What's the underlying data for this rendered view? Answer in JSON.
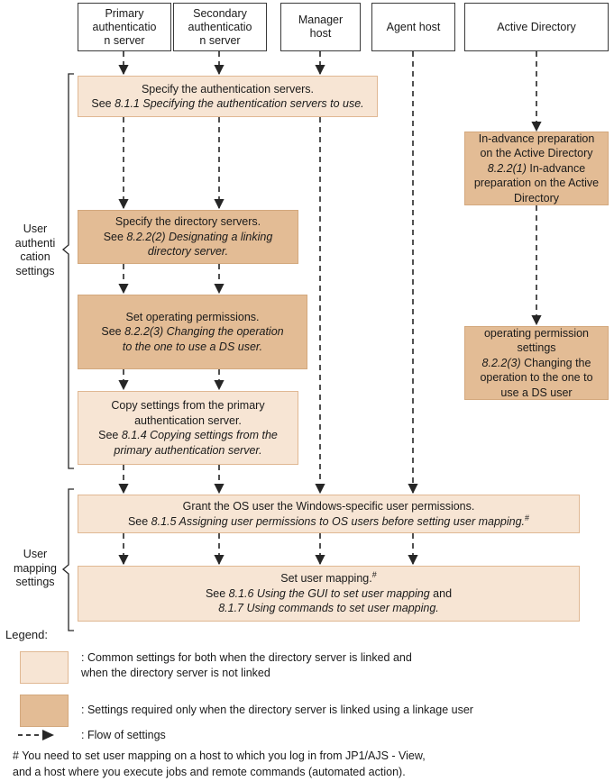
{
  "lanes": [
    {
      "id": "primary-auth-server",
      "label": "Primary\nauthenticatio\nn server"
    },
    {
      "id": "secondary-auth-server",
      "label": "Secondary\nauthenticatio\nn server"
    },
    {
      "id": "manager-host",
      "label": "Manager\nhost"
    },
    {
      "id": "agent-host",
      "label": "Agent host"
    },
    {
      "id": "active-directory",
      "label": "Active Directory"
    }
  ],
  "groups": [
    {
      "id": "user-authentication-settings",
      "label": "User\nauthenti\ncation\nsettings"
    },
    {
      "id": "user-mapping-settings",
      "label": "User\nmapping\nsettings"
    }
  ],
  "steps": [
    {
      "id": "specify-authentication-servers",
      "shade": "light",
      "lines": [
        {
          "parts": [
            {
              "t": "Specify the authentication servers.",
              "style": "normal"
            }
          ]
        },
        {
          "parts": [
            {
              "t": "See ",
              "style": "normal"
            },
            {
              "t": "8.1.1 Specifying the authentication servers to use.",
              "style": "italic"
            }
          ]
        }
      ]
    },
    {
      "id": "in-advance-preparation-active-directory",
      "shade": "dark",
      "lines": [
        {
          "parts": [
            {
              "t": "In-advance preparation",
              "style": "normal"
            }
          ]
        },
        {
          "parts": [
            {
              "t": "on the Active Directory",
              "style": "normal"
            }
          ]
        },
        {
          "parts": [
            {
              "t": "8.2.2(1)",
              "style": "italic"
            },
            {
              "t": " In-advance",
              "style": "normal"
            }
          ]
        },
        {
          "parts": [
            {
              "t": "preparation on the Active",
              "style": "normal"
            }
          ]
        },
        {
          "parts": [
            {
              "t": "Directory",
              "style": "normal"
            }
          ]
        }
      ]
    },
    {
      "id": "specify-directory-servers",
      "shade": "dark",
      "lines": [
        {
          "parts": [
            {
              "t": "Specify the directory servers.",
              "style": "normal"
            }
          ]
        },
        {
          "parts": [
            {
              "t": "See ",
              "style": "normal"
            },
            {
              "t": "8.2.2(2) Designating a linking",
              "style": "italic"
            }
          ]
        },
        {
          "parts": [
            {
              "t": "directory server.",
              "style": "italic"
            }
          ]
        }
      ]
    },
    {
      "id": "set-operating-permissions",
      "shade": "dark",
      "lines": [
        {
          "parts": [
            {
              "t": "Set operating permissions.",
              "style": "normal"
            }
          ]
        },
        {
          "parts": [
            {
              "t": "See ",
              "style": "normal"
            },
            {
              "t": "8.2.2(3) Changing the operation",
              "style": "italic"
            }
          ]
        },
        {
          "parts": [
            {
              "t": "to the one to use a DS user.",
              "style": "italic"
            }
          ]
        }
      ]
    },
    {
      "id": "operating-permission-settings",
      "shade": "dark",
      "lines": [
        {
          "parts": [
            {
              "t": "operating permission",
              "style": "normal"
            }
          ]
        },
        {
          "parts": [
            {
              "t": "settings",
              "style": "normal"
            }
          ]
        },
        {
          "parts": [
            {
              "t": "8.2.2(3)",
              "style": "italic"
            },
            {
              "t": " Changing the",
              "style": "normal"
            }
          ]
        },
        {
          "parts": [
            {
              "t": "operation to the one to",
              "style": "normal"
            }
          ]
        },
        {
          "parts": [
            {
              "t": "use a DS user",
              "style": "normal"
            }
          ]
        }
      ]
    },
    {
      "id": "copy-settings-from-primary",
      "shade": "light",
      "lines": [
        {
          "parts": [
            {
              "t": "Copy settings from the primary",
              "style": "normal"
            }
          ]
        },
        {
          "parts": [
            {
              "t": "authentication server.",
              "style": "normal"
            }
          ]
        },
        {
          "parts": [
            {
              "t": "See ",
              "style": "normal"
            },
            {
              "t": "8.1.4 Copying settings from the",
              "style": "italic"
            }
          ]
        },
        {
          "parts": [
            {
              "t": "primary authentication server.",
              "style": "italic"
            }
          ]
        }
      ]
    },
    {
      "id": "grant-os-user-permissions",
      "shade": "light",
      "lines": [
        {
          "parts": [
            {
              "t": "Grant the OS user the Windows-specific user permissions.",
              "style": "normal"
            }
          ]
        },
        {
          "parts": [
            {
              "t": "See ",
              "style": "normal"
            },
            {
              "t": "8.1.5 Assigning user permissions to OS users before setting user mapping.",
              "style": "italic"
            },
            {
              "t": "#",
              "style": "sup"
            }
          ]
        }
      ]
    },
    {
      "id": "set-user-mapping",
      "shade": "light",
      "lines": [
        {
          "parts": [
            {
              "t": "Set user mapping.",
              "style": "normal"
            },
            {
              "t": "#",
              "style": "sup"
            }
          ]
        },
        {
          "parts": [
            {
              "t": "See ",
              "style": "normal"
            },
            {
              "t": "8.1.6 Using the GUI to set user mapping",
              "style": "italic"
            },
            {
              "t": " and",
              "style": "normal"
            }
          ]
        },
        {
          "parts": [
            {
              "t": "8.1.7 Using commands to set user mapping.",
              "style": "italic"
            }
          ]
        }
      ]
    }
  ],
  "legend": {
    "title": "Legend:",
    "items": [
      {
        "id": "legend-light",
        "swatch": "light",
        "text": ": Common settings for both when the directory server is linked and\n  when the directory server is not linked"
      },
      {
        "id": "legend-dark",
        "swatch": "dark",
        "text": ": Settings required only when the directory server is linked using a linkage user"
      },
      {
        "id": "legend-arrow",
        "swatch": "arrow",
        "text": ": Flow of settings"
      }
    ],
    "footnote": "# You need to set user mapping on a host to which you log in from JP1/AJS - View,\n and a host where you execute jobs and remote commands (automated action)."
  },
  "colors": {
    "shade_light": "#f7e5d4",
    "shade_light_border": "#e0b893",
    "shade_dark": "#e3bc95",
    "shade_dark_border": "#d3a87d",
    "lane_border": "#3a3a3a",
    "line": "#262626",
    "text": "#1a1a1a"
  }
}
